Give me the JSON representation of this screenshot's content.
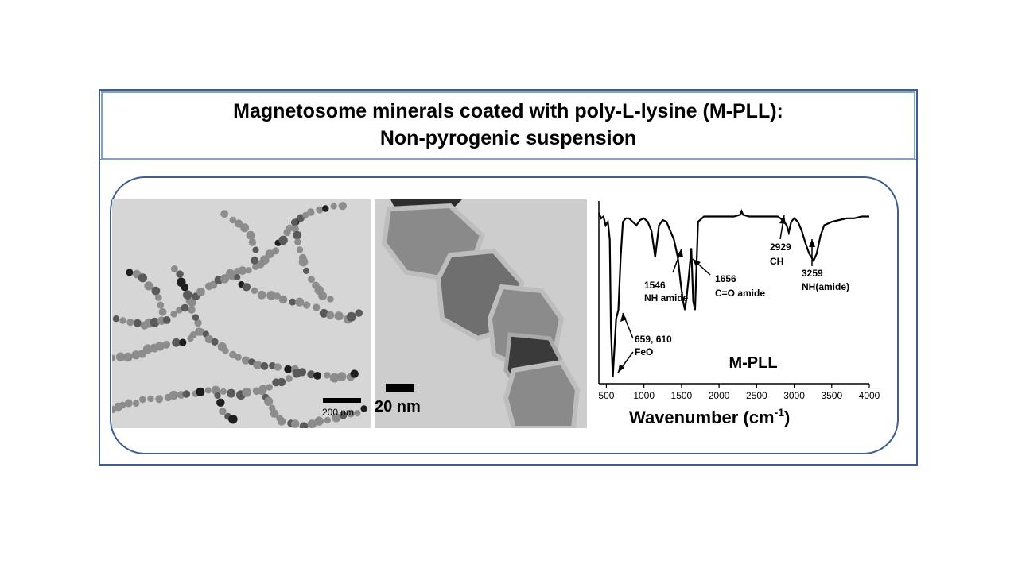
{
  "title": {
    "line1": "Magnetosome minerals coated with poly-L-lysine (M-PLL):",
    "line2": "Non-pyrogenic suspension"
  },
  "tem_low_mag": {
    "scale_bar": "200 nm"
  },
  "tem_high_mag": {
    "scale_bar": "20 nm"
  },
  "chart_data": {
    "type": "line",
    "title": "M-PLL",
    "xlabel": "Wavenumber (cm",
    "xlabel_sup": "-1",
    "xlabel_end": ")",
    "ylabel": "",
    "xlim": [
      400,
      4000
    ],
    "x_ticks": [
      "500",
      "1000",
      "1500",
      "2000",
      "2500",
      "3000",
      "3500",
      "4000"
    ],
    "series": [
      {
        "x": [
          400,
          430,
          460,
          490,
          520,
          545,
          560,
          585,
          610,
          630,
          659,
          690,
          720,
          760,
          800,
          850,
          900,
          950,
          1000,
          1050,
          1100,
          1150,
          1200,
          1250,
          1300,
          1350,
          1400,
          1450,
          1490,
          1520,
          1546,
          1570,
          1600,
          1630,
          1656,
          1680,
          1720,
          1800,
          1900,
          2000,
          2100,
          2200,
          2280,
          2300,
          2320,
          2400,
          2500,
          2600,
          2700,
          2780,
          2850,
          2900,
          2929,
          2960,
          3000,
          3050,
          3100,
          3150,
          3200,
          3259,
          3300,
          3350,
          3400,
          3500,
          3600,
          3700,
          3800,
          3900,
          4000
        ],
        "y": [
          95,
          92,
          93,
          88,
          90,
          80,
          30,
          2,
          20,
          35,
          40,
          70,
          90,
          92,
          92,
          90,
          88,
          91,
          92,
          90,
          85,
          70,
          88,
          91,
          90,
          85,
          80,
          70,
          55,
          45,
          40,
          48,
          60,
          75,
          45,
          40,
          90,
          93,
          93,
          93,
          93,
          93,
          94,
          96,
          94,
          93,
          93,
          93,
          93,
          93,
          91,
          88,
          84,
          90,
          92,
          90,
          85,
          78,
          72,
          68,
          72,
          82,
          88,
          90,
          91,
          92,
          92,
          93,
          93
        ]
      }
    ],
    "annotations": [
      {
        "label": "659, 610",
        "sublabel": "FeO"
      },
      {
        "label": "1546",
        "sublabel": "NH amide"
      },
      {
        "label": "1656",
        "sublabel": "C=O amide"
      },
      {
        "label": "2929",
        "sublabel": "CH"
      },
      {
        "label": "3259",
        "sublabel": "NH(amide)"
      }
    ]
  }
}
